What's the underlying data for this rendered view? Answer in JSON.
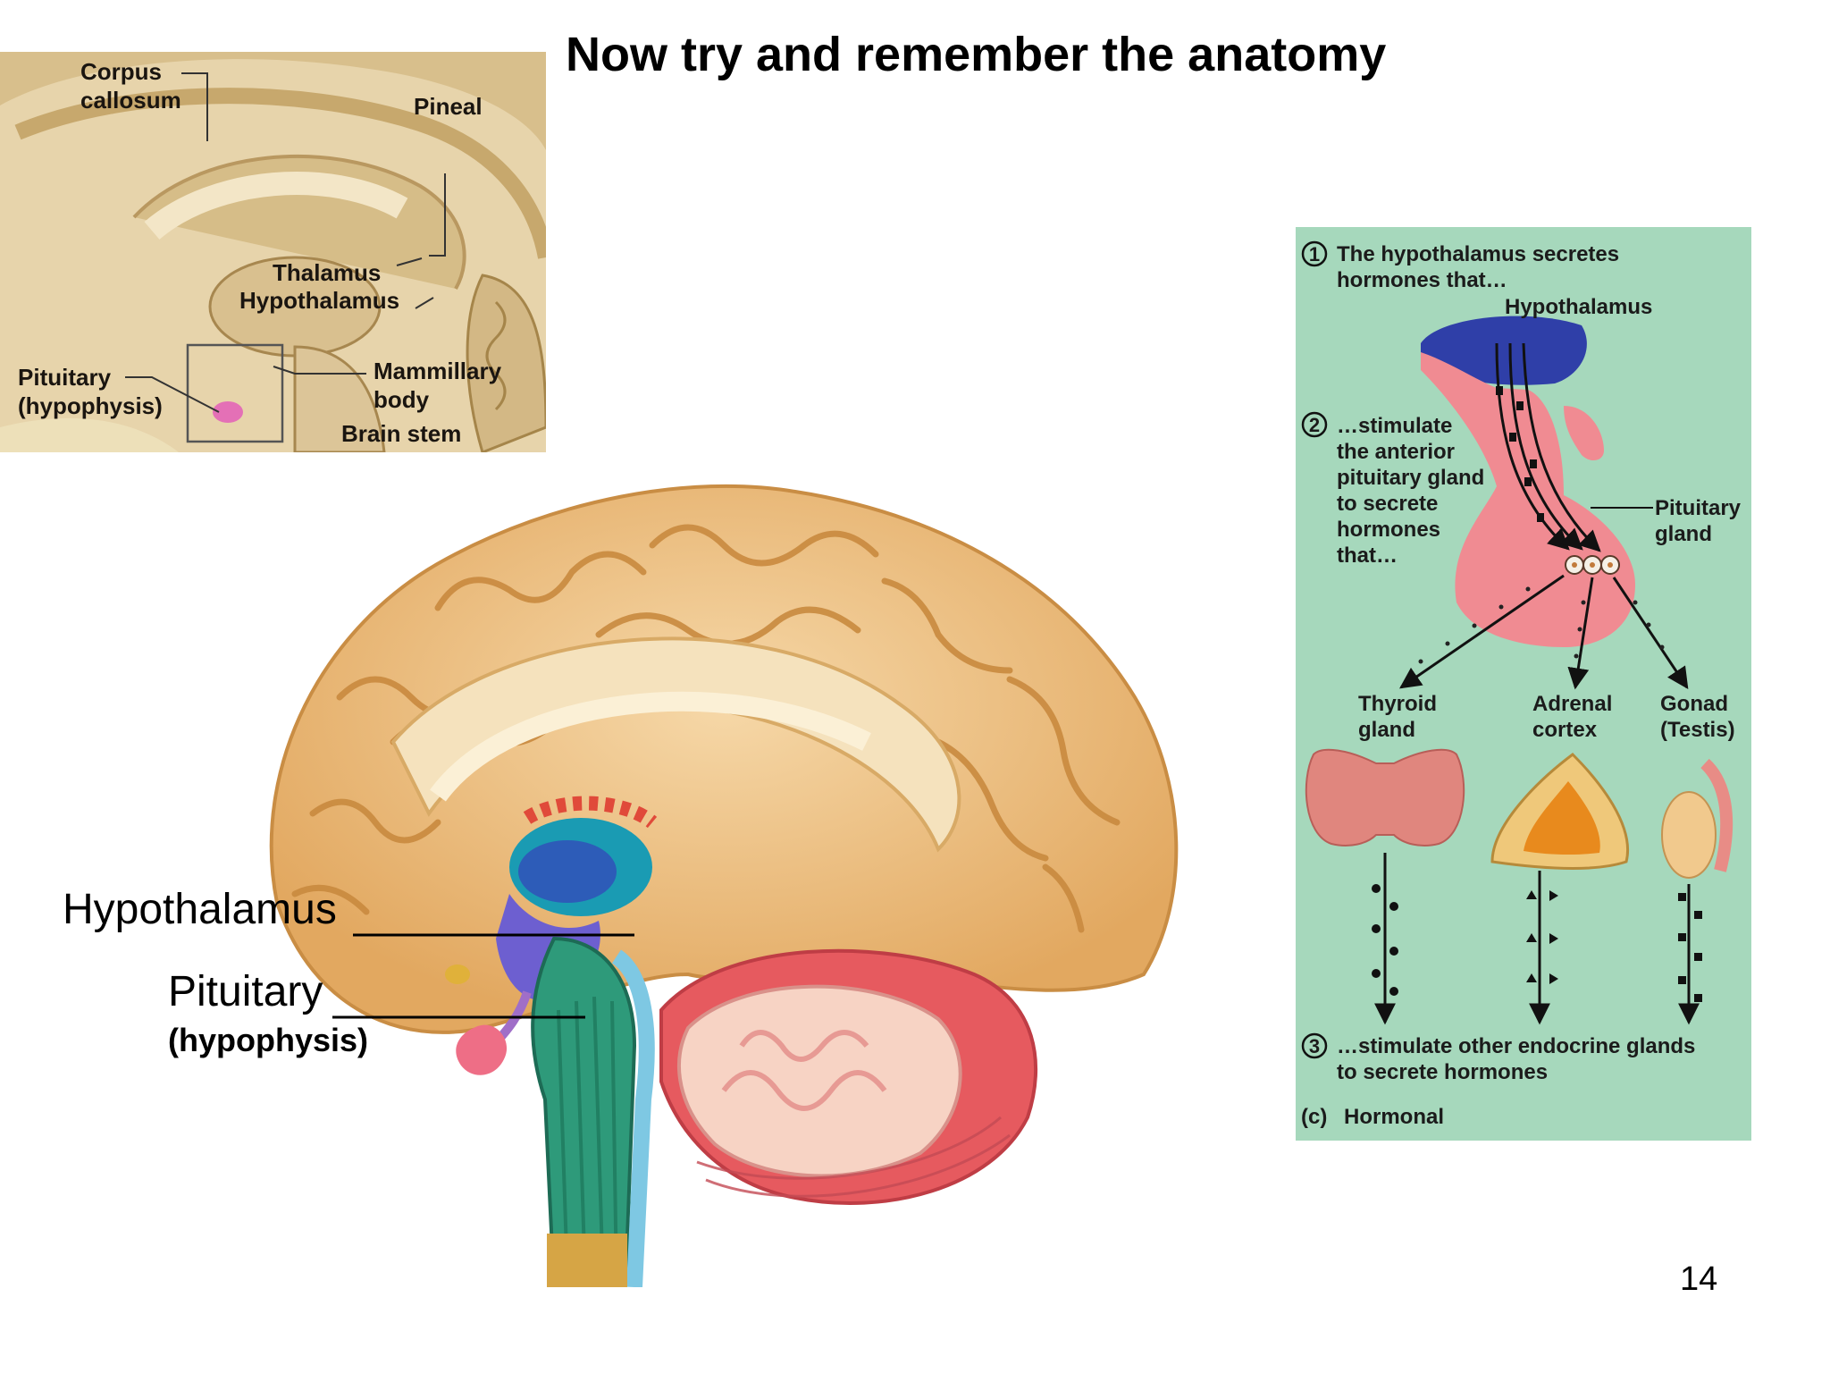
{
  "slide": {
    "title": "Now try and remember the anatomy",
    "page_number": "14"
  },
  "inset": {
    "labels": {
      "corpus_callosum_1": "Corpus",
      "corpus_callosum_2": "callosum",
      "pineal": "Pineal",
      "thalamus": "Thalamus",
      "hypothalamus": "Hypothalamus",
      "pituitary_1": "Pituitary",
      "pituitary_2": "(hypophysis)",
      "mammillary_1": "Mammillary",
      "mammillary_2": "body",
      "brain_stem": "Brain stem"
    }
  },
  "brain": {
    "hypothalamus_label": "Hypothalamus",
    "pituitary_label": "Pituitary",
    "pituitary_sub": "(hypophysis)"
  },
  "hormonal": {
    "step1_num": "1",
    "step1_line1": "The hypothalamus secretes",
    "step1_line2": "hormones that…",
    "hypothalamus": "Hypothalamus",
    "step2_num": "2",
    "step2_lines": [
      "…stimulate",
      "the anterior",
      "pituitary gland",
      "to secrete",
      "hormones",
      "that…"
    ],
    "pituitary_1": "Pituitary",
    "pituitary_2": "gland",
    "thyroid_1": "Thyroid",
    "thyroid_2": "gland",
    "adrenal_1": "Adrenal",
    "adrenal_2": "cortex",
    "gonad_1": "Gonad",
    "gonad_2": "(Testis)",
    "step3_num": "3",
    "step3_line1": "…stimulate other endocrine glands",
    "step3_line2": "to secrete hormones",
    "caption_prefix": "(c)",
    "caption": "Hormonal"
  },
  "colors": {
    "panel_green": "#a6d8bc",
    "brain_tan": "#e9b97d",
    "inset_tan": "#e7d4ab",
    "hypothalamus_blue": "#2f3fa8",
    "pituitary_pink": "#ee8d92"
  }
}
